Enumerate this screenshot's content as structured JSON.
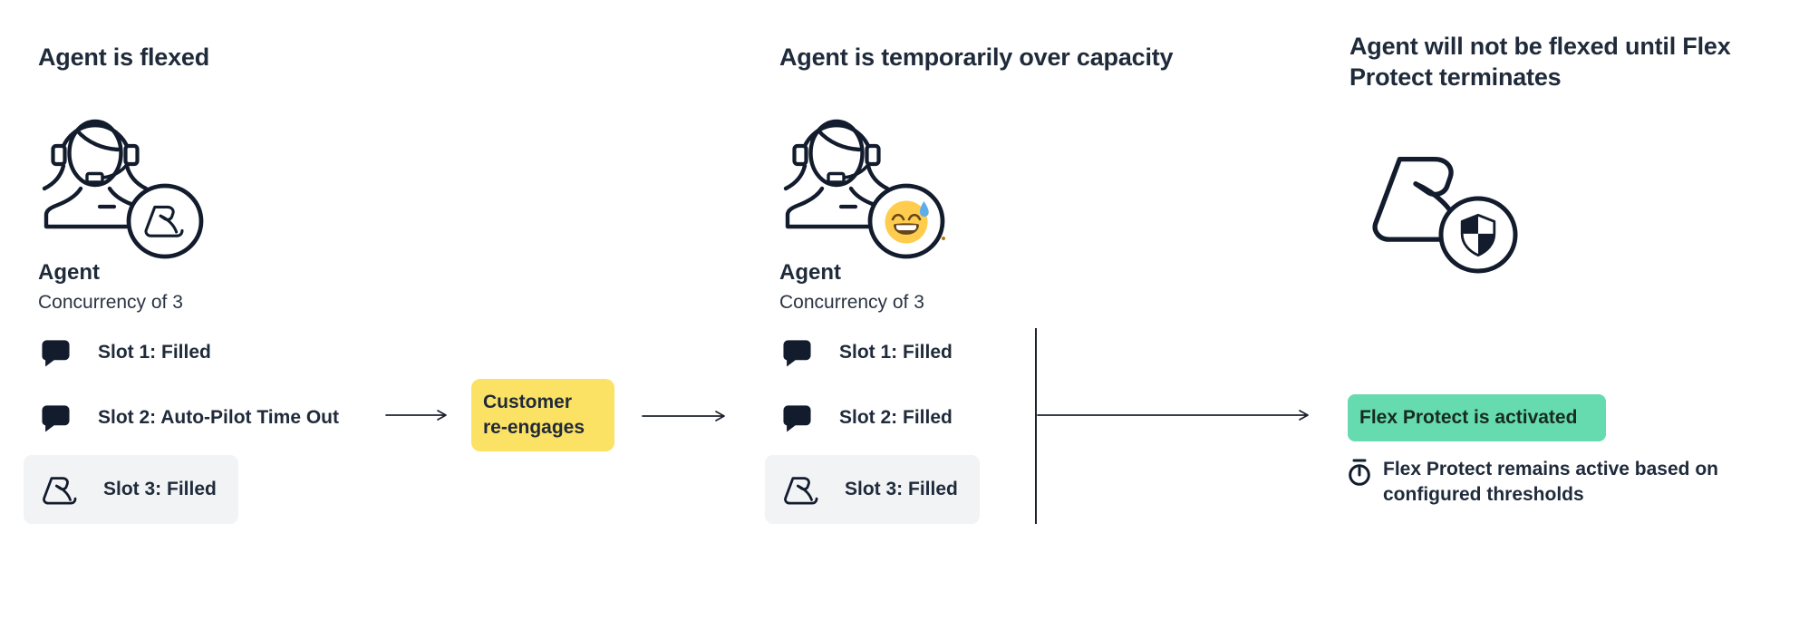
{
  "colors": {
    "dark_text": "#1F2A3A",
    "icon_stroke": "#121C2D",
    "connector_yellow": "#FBE164",
    "banner_green": "#66DBAF",
    "slot_highlight_bg": "#F2F3F5",
    "emoji_yellow": "#FFCC4D",
    "emoji_brown": "#65471B",
    "sweat_blue": "#5DADEC"
  },
  "columns": {
    "flexed": {
      "title": "Agent is flexed",
      "agent_label": "Agent",
      "concurrency": "Concurrency of 3",
      "badge_icon": "flex-arm",
      "slots": [
        {
          "label": "Slot 1: Filled",
          "icon": "chat"
        },
        {
          "label": "Slot 2: Auto-Pilot Time Out",
          "icon": "chat"
        },
        {
          "label": "Slot 3: Filled",
          "icon": "flex-arm",
          "highlighted": true
        }
      ]
    },
    "over_capacity": {
      "title": "Agent is temporarily over capacity",
      "agent_label": "Agent",
      "concurrency": "Concurrency of 3",
      "badge_icon": "sweat-smile-emoji",
      "slots": [
        {
          "label": "Slot 1: Filled",
          "icon": "chat"
        },
        {
          "label": "Slot 2: Filled",
          "icon": "chat"
        },
        {
          "label": "Slot 3: Filled",
          "icon": "flex-arm",
          "highlighted": true
        }
      ]
    },
    "flex_protect": {
      "title": "Agent will not be flexed until Flex Protect terminates",
      "badge_icon": "shield",
      "banner": "Flex Protect is activated",
      "note": "Flex Protect remains active based on configured thresholds"
    }
  },
  "connectors": {
    "customer_reengages": "Customer re-engages"
  }
}
